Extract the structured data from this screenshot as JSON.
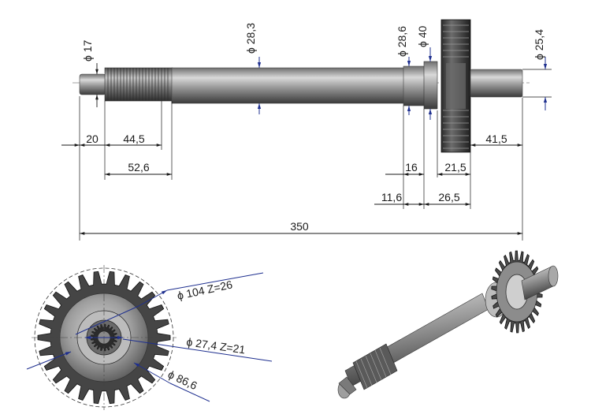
{
  "side_view": {
    "diameters": {
      "d17": "ϕ 17",
      "d28_3": "ϕ 28,3",
      "d28_6": "ϕ 28,6",
      "d40": "ϕ 40",
      "d25_4": "ϕ 25,4"
    },
    "lengths": {
      "l20": "20",
      "l44_5": "44,5",
      "l52_6": "52,6",
      "l16": "16",
      "l21_5": "21,5",
      "l41_5": "41,5",
      "l11_6": "11,6",
      "l26_5": "26,5",
      "overall": "350"
    }
  },
  "front_view": {
    "gear_large": "ϕ 104  Z=26",
    "gear_small": "ϕ 27,4  Z=21",
    "bore": "ϕ 86,6"
  },
  "colors": {
    "dimension": "#1a1a1a",
    "arrow_blue": "#1e2f8f",
    "steel_dark": "#3a3a3a",
    "steel_light": "#bdbdbd"
  }
}
